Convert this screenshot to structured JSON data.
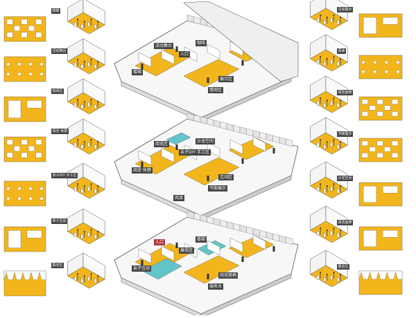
{
  "palette": {
    "accent": "#f2b61c",
    "line": "#555555",
    "panel_bg": "#ffffff",
    "tag_bg": "#444444",
    "tag_red": "#b0343a",
    "teal": "#63c4c9"
  },
  "left_panels": [
    {
      "id": "l1",
      "label": "楼梯"
    },
    {
      "id": "l2",
      "label": "活动舞台"
    },
    {
      "id": "l3",
      "label": "借阅区"
    },
    {
      "id": "l4",
      "label": "阅览·休憩"
    },
    {
      "id": "l5",
      "label": "亲子DIY 手工区"
    },
    {
      "id": "l6",
      "label": "亲子互动"
    },
    {
      "id": "l7",
      "label": "展览区"
    }
  ],
  "right_panels": [
    {
      "id": "r1",
      "label": "互动展示"
    },
    {
      "id": "r2",
      "label": "阅读"
    },
    {
      "id": "r3",
      "label": "阅览座椅"
    },
    {
      "id": "r4",
      "label": "书架展示"
    },
    {
      "id": "r5",
      "label": "沙龙空间"
    },
    {
      "id": "r6",
      "label": "阅览座椅"
    },
    {
      "id": "r7",
      "label": "展览区"
    }
  ],
  "floor_tags": {
    "f3": [
      {
        "text": "活动舞台",
        "style": "dark"
      },
      {
        "text": "入口",
        "style": "dark"
      },
      {
        "text": "楼梯",
        "style": "dark"
      },
      {
        "text": "借阅区",
        "style": "dark"
      },
      {
        "text": "展示区",
        "style": "dark"
      },
      {
        "text": "咖啡",
        "style": "dark"
      }
    ],
    "f2": [
      {
        "text": "阅览区",
        "style": "dark"
      },
      {
        "text": "亲子DIY 手工区",
        "style": "dark"
      },
      {
        "text": "阅览·休憩",
        "style": "dark"
      },
      {
        "text": "书架展示",
        "style": "dark"
      },
      {
        "text": "互动区",
        "style": "dark"
      },
      {
        "text": "沙龙空间",
        "style": "dark"
      },
      {
        "text": "阅读",
        "style": "dark"
      }
    ],
    "f1": [
      {
        "text": "入口",
        "style": "red"
      },
      {
        "text": "展览区",
        "style": "dark"
      },
      {
        "text": "亲子互动",
        "style": "dark"
      },
      {
        "text": "服务台",
        "style": "dark"
      },
      {
        "text": "阅览座椅",
        "style": "dark"
      },
      {
        "text": "楼梯",
        "style": "dark"
      }
    ]
  }
}
